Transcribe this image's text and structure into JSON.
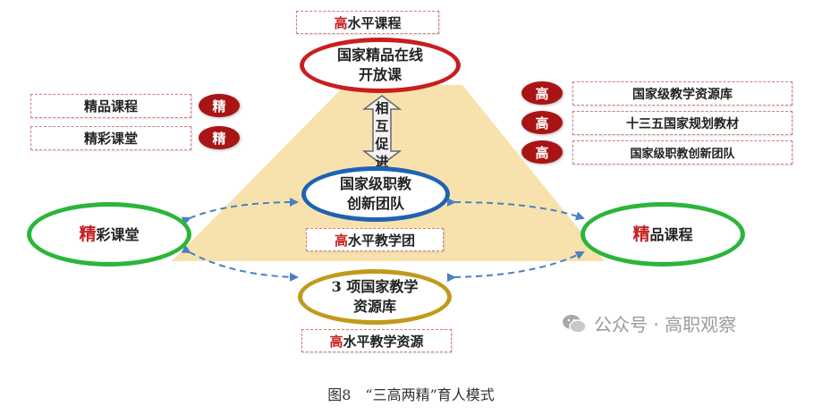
{
  "top_tag": {
    "hi": "高",
    "rest": "水平课程"
  },
  "top_circle": {
    "line1": "国家精品在线",
    "line2": "开放课"
  },
  "center_circle": {
    "line1": "国家级职教",
    "line2": "创新团队"
  },
  "center_tag": {
    "hi": "高",
    "rest": "水平教学团"
  },
  "bottom_circle": {
    "line1": "3 项国家教学",
    "line2": "资源库"
  },
  "bottom_tag": {
    "hi": "高",
    "rest": "水平教学资源"
  },
  "left_circle": {
    "hi": "精",
    "rest": "彩课堂"
  },
  "right_circle": {
    "hi": "精",
    "rest": "品课程"
  },
  "left_items": [
    {
      "label": "精品课程",
      "badge": "精"
    },
    {
      "label": "精彩课堂",
      "badge": "精"
    }
  ],
  "right_items": [
    {
      "badge": "高",
      "label": "国家级教学资源库"
    },
    {
      "badge": "高",
      "label": "十三五国家规划教材"
    },
    {
      "badge": "高",
      "label": "国家级职教创新团队"
    }
  ],
  "promote_arrow": {
    "chars": [
      "相",
      "互",
      "促",
      "进"
    ]
  },
  "watermark": "公众号 · 高职观察",
  "caption": "图8　“三高两精”育人模式",
  "colors": {
    "triangle": "#f7e2ad",
    "red": "#c81e1e",
    "green": "#2bb53a",
    "blue": "#1f62b3",
    "gold": "#c09a1c",
    "badge": "#a91414",
    "dash": "#4a7fc4"
  }
}
